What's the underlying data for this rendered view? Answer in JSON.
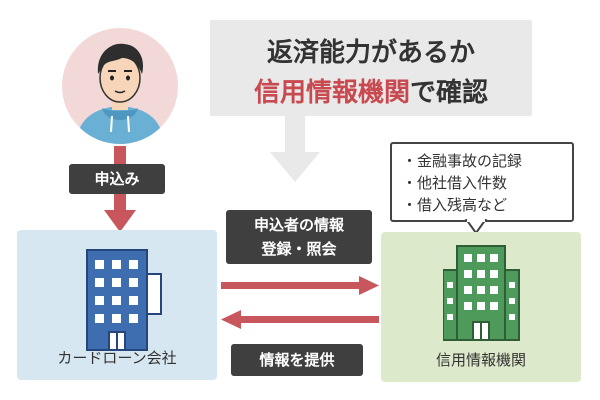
{
  "headline": {
    "line1": "返済能力があるか",
    "line2_highlight": "信用情報機関",
    "line2_rest": "で確認"
  },
  "applicant": {
    "tag": "申込み"
  },
  "card_loan_company": {
    "label": "カードローン会社"
  },
  "credit_bureau": {
    "label": "信用情報機関",
    "records": [
      "金融事故の記録",
      "他社借入件数",
      "借入残高など"
    ]
  },
  "flows": {
    "register_line1": "申込者の情報",
    "register_line2": "登録・照会",
    "provide": "情報を提供"
  },
  "colors": {
    "accent_red": "#c8494f",
    "arrow_red": "#c7575d",
    "dark_tag": "#3f3f3f",
    "card_box": "#d7e7f1",
    "bureau_box": "#dde9cb",
    "building_blue": "#3e6eaf",
    "building_green": "#4e9a5a",
    "person_bg": "#f3d8d8"
  },
  "icons": {
    "person": "person-icon",
    "card_building": "office-building-icon",
    "bureau_building": "office-building-icon"
  }
}
